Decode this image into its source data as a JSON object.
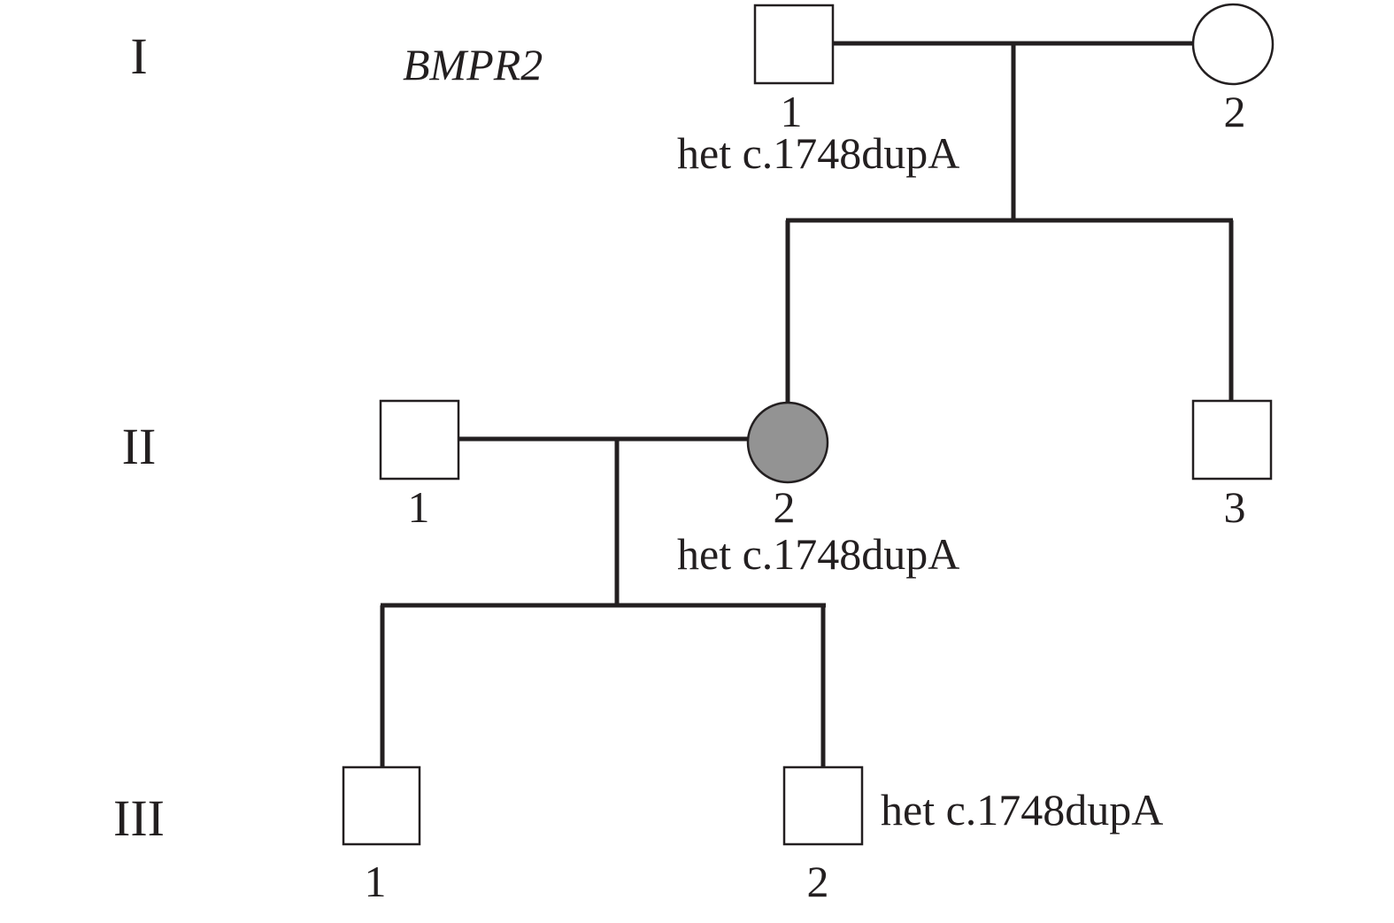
{
  "gene": "BMPR2",
  "generations": [
    "I",
    "II",
    "III"
  ],
  "colors": {
    "ink": "#231f20",
    "affected": "#939393",
    "unaffected": "#ffffff"
  },
  "individuals": {
    "I_1": {
      "sex": "male",
      "affected": false,
      "number": "1",
      "annotation": "het c.1748dupA"
    },
    "I_2": {
      "sex": "female",
      "affected": false,
      "number": "2",
      "annotation": ""
    },
    "II_1": {
      "sex": "male",
      "affected": false,
      "number": "1",
      "annotation": ""
    },
    "II_2": {
      "sex": "female",
      "affected": true,
      "number": "2",
      "annotation": "het c.1748dupA"
    },
    "II_3": {
      "sex": "male",
      "affected": false,
      "number": "3",
      "annotation": ""
    },
    "III_1": {
      "sex": "male",
      "affected": false,
      "number": "1",
      "annotation": ""
    },
    "III_2": {
      "sex": "male",
      "affected": false,
      "number": "2",
      "annotation": "het c.1748dupA"
    }
  }
}
